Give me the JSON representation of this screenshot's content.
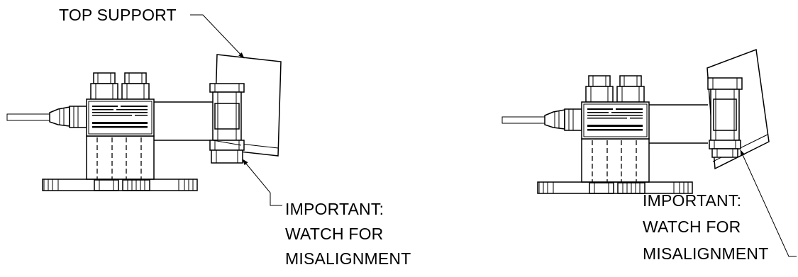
{
  "left_view": {
    "top_label": "TOP SUPPORT",
    "warning_lines": [
      "IMPORTANT:",
      "WATCH FOR",
      "MISALIGNMENT"
    ]
  },
  "right_view": {
    "warning_lines": [
      "IMPORTANT:",
      "WATCH FOR",
      "MISALIGNMENT"
    ]
  }
}
